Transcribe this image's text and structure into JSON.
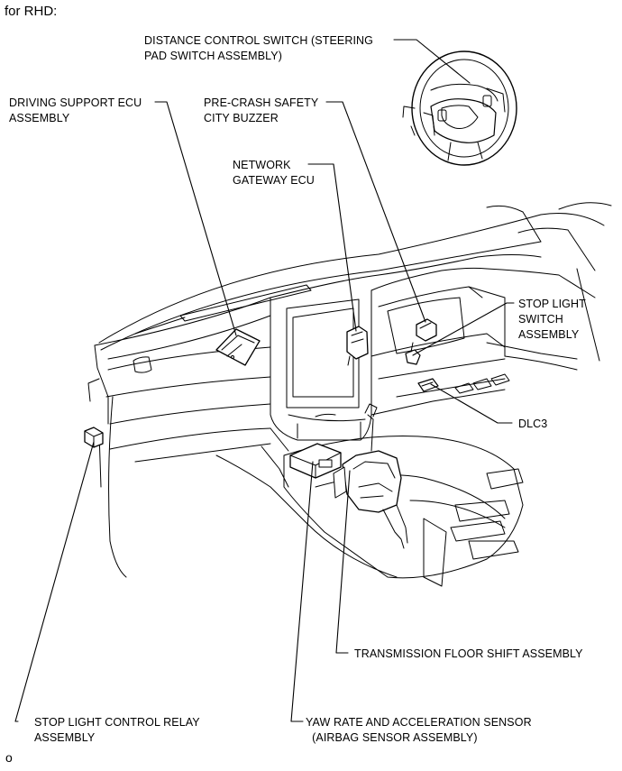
{
  "header": "for RHD:",
  "footer": "o",
  "labels": {
    "distance_control_switch": "DISTANCE CONTROL SWITCH (STEERING\nPAD SWITCH ASSEMBLY)",
    "driving_support_ecu": "DRIVING SUPPORT ECU\nASSEMBLY",
    "pre_crash_buzzer": "PRE-CRASH SAFETY\nCITY BUZZER",
    "network_gateway_ecu": "NETWORK\nGATEWAY ECU",
    "stop_light_switch": "STOP LIGHT\nSWITCH\nASSEMBLY",
    "dlc3": "DLC3",
    "transmission_floor_shift": "TRANSMISSION FLOOR SHIFT ASSEMBLY",
    "stop_light_control_relay": "STOP LIGHT CONTROL RELAY\nASSEMBLY",
    "yaw_rate_sensor": "YAW RATE AND ACCELERATION SENSOR\n  (AIRBAG SENSOR ASSEMBLY)"
  }
}
